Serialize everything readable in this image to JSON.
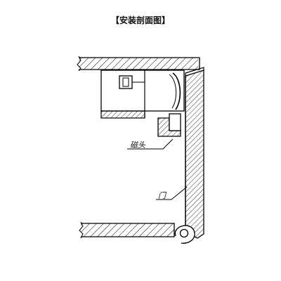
{
  "title": "【安装剖面图】",
  "labels": {
    "magnet_head": "磁头",
    "door": "门"
  }
}
